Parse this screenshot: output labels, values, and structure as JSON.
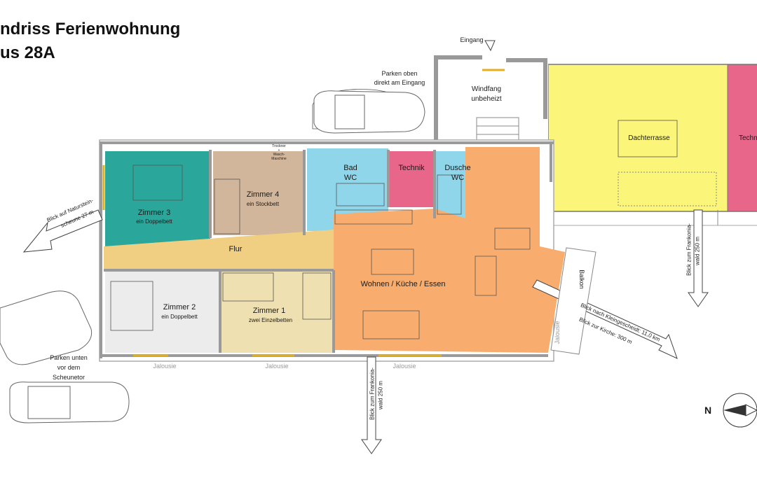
{
  "title": {
    "line1": "ndriss Ferienwohnung",
    "line2": "us 28A"
  },
  "rooms": {
    "zimmer3": {
      "name": "Zimmer 3",
      "sub": "ein Doppelbett",
      "color": "#2ba69a"
    },
    "zimmer4": {
      "name": "Zimmer 4",
      "sub": "ein Stockbett",
      "color": "#d2b69b"
    },
    "bad": {
      "name": "Bad",
      "sub": "WC",
      "color": "#8fd6ea"
    },
    "technik": {
      "name": "Technik",
      "color": "#e8668a"
    },
    "dusche": {
      "name": "Dusche",
      "sub": "WC",
      "color": "#8fd6ea"
    },
    "flur": {
      "name": "Flur",
      "color": "#f0cf82"
    },
    "zimmer2": {
      "name": "Zimmer 2",
      "sub": "ein Doppelbett",
      "color": "#ececec"
    },
    "zimmer1": {
      "name": "Zimmer 1",
      "sub": "zwei Einzelbetten",
      "color": "#eee0b0"
    },
    "wohnen": {
      "name": "Wohnen / Küche / Essen",
      "color": "#f8ad6e"
    },
    "windfang": {
      "name": "Windfang",
      "sub": "unbeheizt"
    },
    "dachterrasse": {
      "name": "Dachterrasse",
      "color": "#fbf57a"
    },
    "technik2": {
      "name": "Techn",
      "color": "#e8668a"
    },
    "balkon": {
      "name": "Balkon"
    }
  },
  "appliance_note": {
    "line1": "Trockner",
    "line2": "+",
    "line3": "Wasch-",
    "line4": "Maschine"
  },
  "labels": {
    "eingang": "Eingang",
    "parken_oben_1": "Parken oben",
    "parken_oben_2": "direkt am Eingang",
    "parken_unten_1": "Parken unten",
    "parken_unten_2": "vor dem",
    "parken_unten_3": "Scheunetor",
    "blick_natur_1": "Blick auf Naturstein-",
    "blick_natur_2": "scheune 27 m",
    "blick_frank_v1": "Blick zum Frankonia-",
    "blick_frank_v2": "wald 250 m",
    "blick_frank_r1": "Blick zum Frankonia-",
    "blick_frank_r2": "wald 250 m",
    "blick_klein": "Blick nach Kleingescheidt: 11,0 km",
    "blick_kirche": "Blick zur Kirche: 300 m",
    "jalousie_1": "Jalousie",
    "jalousie_2": "Jalousie",
    "jalousie_3": "Jalousie",
    "jalousie_balkon": "Jalousie",
    "compass_n": "N"
  }
}
